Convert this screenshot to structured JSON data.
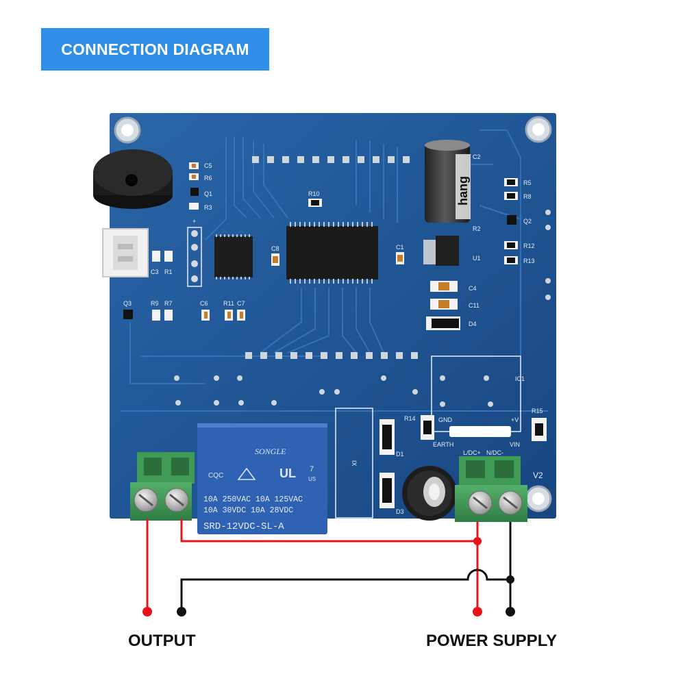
{
  "header": {
    "title": "CONNECTION DIAGRAM"
  },
  "captions": {
    "output": "OUTPUT",
    "power_supply": "POWER SUPPLY"
  },
  "relay": {
    "brand": "SONGLE",
    "rating_1": "10A 250VAC  10A 125VAC",
    "rating_2": "10A  30VDC  10A  28VDC",
    "model": "SRD-12VDC-SL-A",
    "cert_left": "CQC",
    "cert_mark": "UL",
    "cert_num": "7",
    "cert_us": "US"
  },
  "board_labels": {
    "c5": "C5",
    "r6": "R6",
    "q1": "Q1",
    "r3": "R3",
    "r10": "R10",
    "c2": "C2",
    "r5": "R5",
    "r8": "R8",
    "q2": "Q2",
    "r2": "R2",
    "r12": "R12",
    "r13": "R13",
    "u1": "U1",
    "c8": "C8",
    "c1": "C1",
    "c3": "C3",
    "r1": "R1",
    "plus": "+",
    "c4": "C4",
    "c11": "C11",
    "d4": "D4",
    "q3": "Q3",
    "r9": "R9",
    "r7": "R7",
    "c6": "C6",
    "r11": "R11",
    "c7": "C7",
    "ic1": "IC1",
    "r14": "R14",
    "gnd": "GND",
    "pv": "+V",
    "r15": "R15",
    "earth": "EARTH",
    "vin": "VIN",
    "l_dc": "L/DC+",
    "n_dc": "N/DC-",
    "d1": "D1",
    "d3": "D3",
    "v2": "V2",
    "ix": "IX"
  },
  "capacitor_brand": "hang",
  "colors": {
    "banner": "#2f8ee6",
    "pcb": "#1b4f8e",
    "terminal": "#3f9a55",
    "relay": "#2f62b3",
    "wire_live": "#e8141b",
    "wire_neutral": "#111111"
  }
}
